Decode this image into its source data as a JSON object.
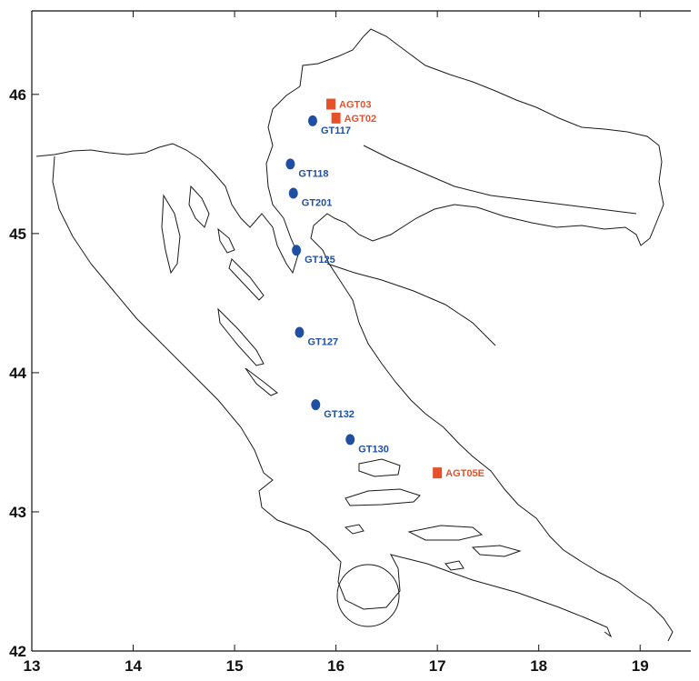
{
  "map": {
    "x_ticks": [
      "13",
      "14",
      "15",
      "16",
      "17",
      "18",
      "19"
    ],
    "y_ticks": [
      "42",
      "43",
      "44",
      "45",
      "46"
    ],
    "lon_range": [
      13,
      19.5
    ],
    "lat_range": [
      42,
      46.6
    ],
    "colors": {
      "gt": "#1f4fa3",
      "agt": "#e8502a",
      "outline": "#1a1a1a"
    },
    "stations": [
      {
        "label": "AGT03",
        "type": "square",
        "lon": 15.95,
        "lat": 45.93
      },
      {
        "label": "AGT02",
        "type": "square",
        "lon": 16.0,
        "lat": 45.83
      },
      {
        "label": "GT117",
        "type": "circle",
        "lon": 15.77,
        "lat": 45.81
      },
      {
        "label": "GT118",
        "type": "circle",
        "lon": 15.55,
        "lat": 45.5
      },
      {
        "label": "GT201",
        "type": "circle",
        "lon": 15.58,
        "lat": 45.29
      },
      {
        "label": "GT125",
        "type": "circle",
        "lon": 15.61,
        "lat": 44.88
      },
      {
        "label": "GT127",
        "type": "circle",
        "lon": 15.64,
        "lat": 44.29
      },
      {
        "label": "GT132",
        "type": "circle",
        "lon": 15.8,
        "lat": 43.77
      },
      {
        "label": "GT130",
        "type": "circle",
        "lon": 16.14,
        "lat": 43.52
      },
      {
        "label": "AGT05E",
        "type": "square",
        "lon": 17.0,
        "lat": 43.28
      }
    ]
  }
}
